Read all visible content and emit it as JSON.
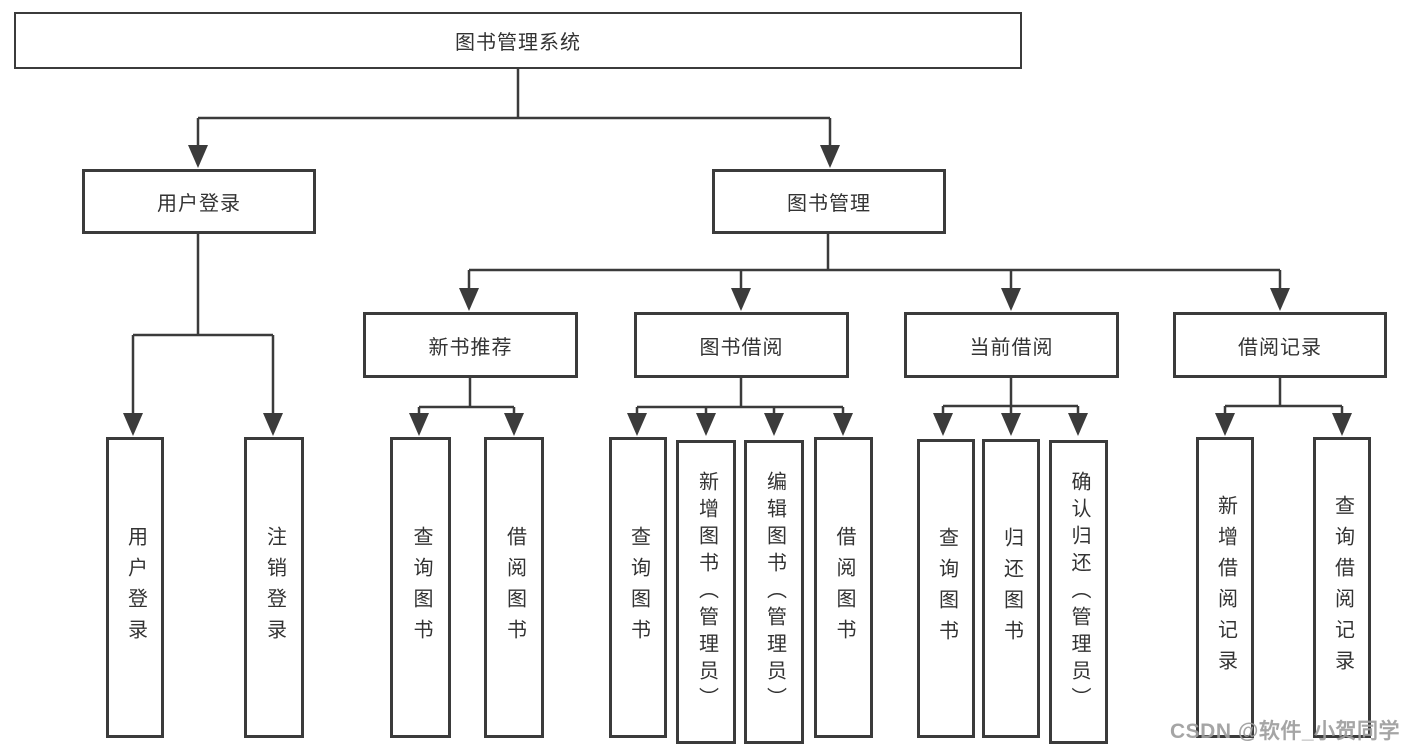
{
  "tree": {
    "root": {
      "label": "图书管理系统",
      "children": [
        {
          "label": "用户登录",
          "children": [
            {
              "label": "用户登录"
            },
            {
              "label": "注销登录"
            }
          ]
        },
        {
          "label": "图书管理",
          "children": [
            {
              "label": "新书推荐",
              "children": [
                {
                  "label": "查询图书"
                },
                {
                  "label": "借阅图书"
                }
              ]
            },
            {
              "label": "图书借阅",
              "children": [
                {
                  "label": "查询图书"
                },
                {
                  "label": "新增图书（管理员）"
                },
                {
                  "label": "编辑图书（管理员）"
                },
                {
                  "label": "借阅图书"
                }
              ]
            },
            {
              "label": "当前借阅",
              "children": [
                {
                  "label": "查询图书"
                },
                {
                  "label": "归还图书"
                },
                {
                  "label": "确认归还（管理员）"
                }
              ]
            },
            {
              "label": "借阅记录",
              "children": [
                {
                  "label": "新增借阅记录"
                },
                {
                  "label": "查询借阅记录"
                }
              ]
            }
          ]
        }
      ]
    }
  },
  "watermark": "CSDN @软件_小贺同学",
  "colors": {
    "line": "#3b3b3b",
    "text": "#333333",
    "box_background": "#ffffff",
    "watermark": "#9e9e9e"
  }
}
